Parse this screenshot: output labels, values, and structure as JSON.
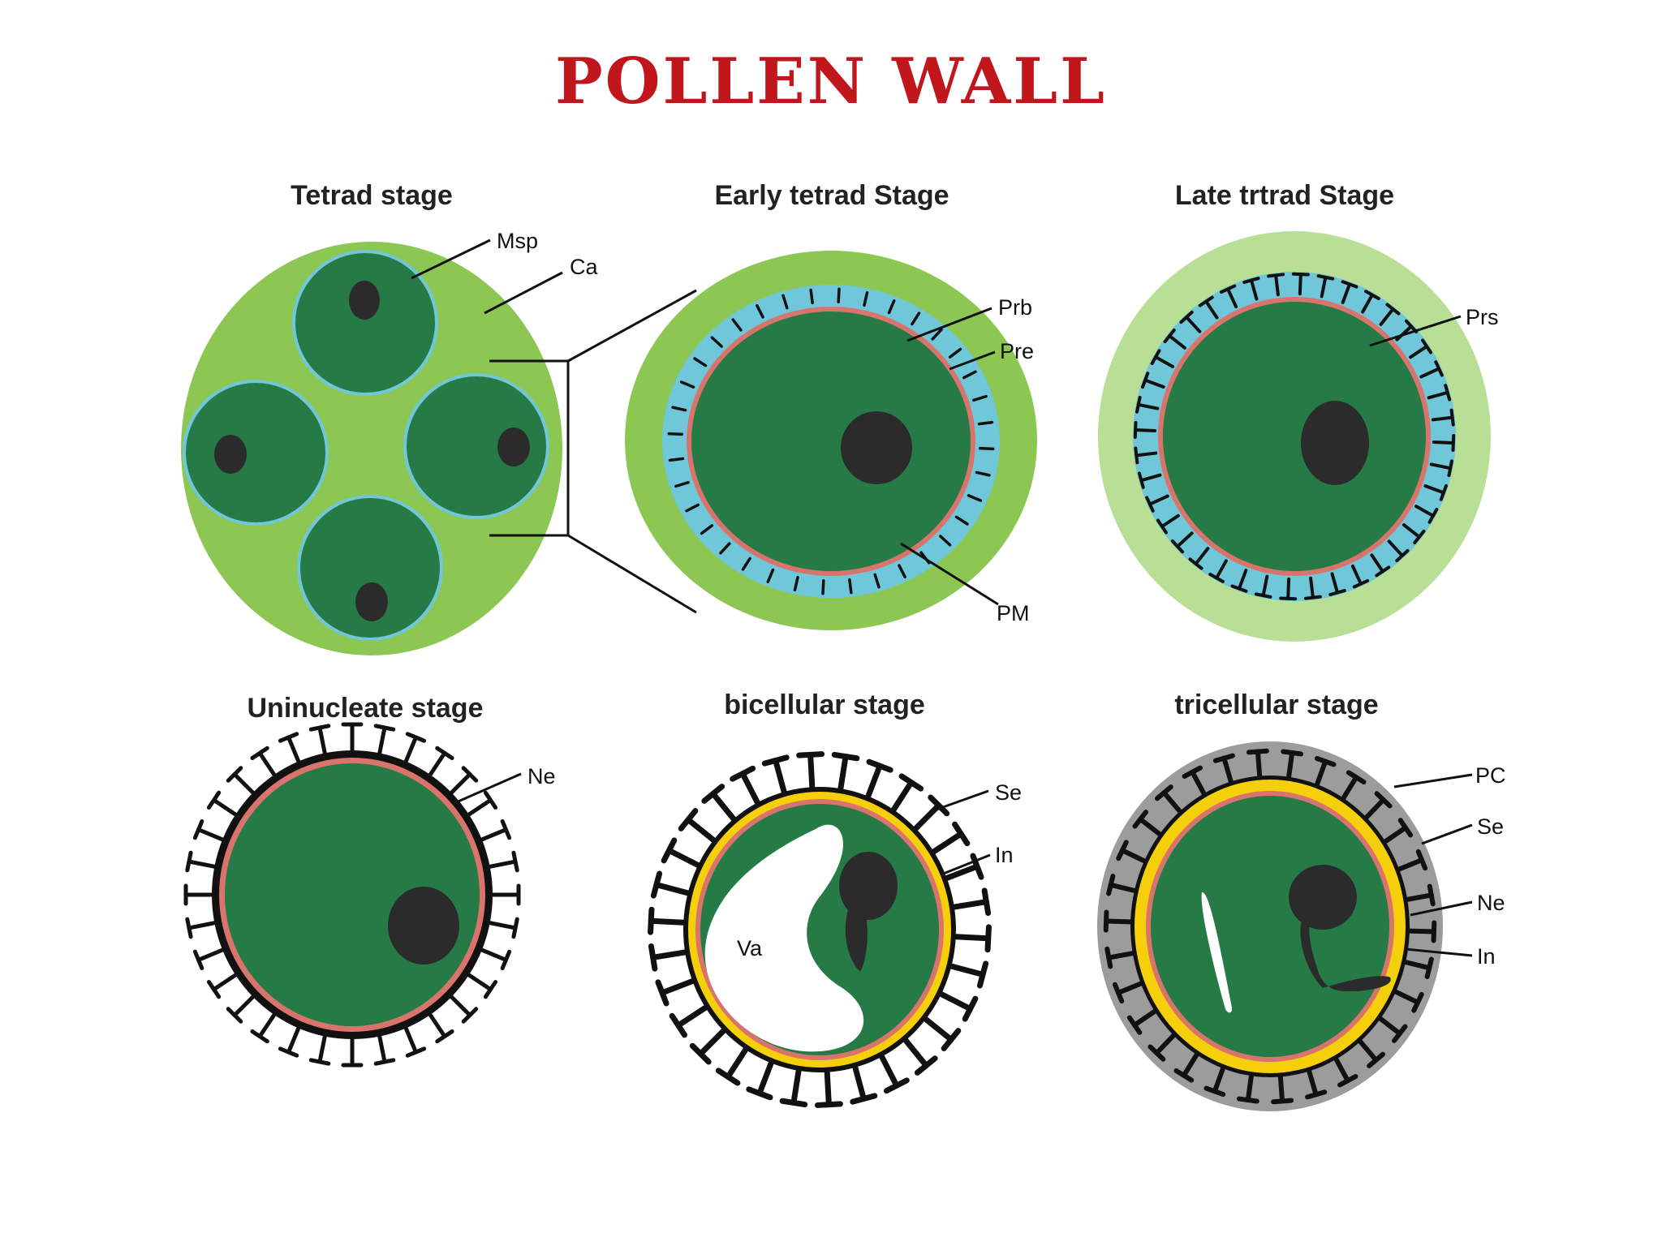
{
  "title": "POLLEN WALL",
  "stages": [
    {
      "name": "Tetrad stage",
      "labels": [
        "Msp",
        "Ca"
      ]
    },
    {
      "name": "Early tetrad Stage",
      "labels": [
        "Prb",
        "Pre",
        "PM"
      ]
    },
    {
      "name": "Late trtrad Stage",
      "labels": [
        "Prs"
      ]
    },
    {
      "name": "Uninucleate stage",
      "labels": [
        "Ne"
      ]
    },
    {
      "name": "bicellular stage",
      "labels": [
        "Se",
        "In",
        "Va"
      ]
    },
    {
      "name": "tricellular stage",
      "labels": [
        "PC",
        "Se",
        "Ne",
        "In"
      ]
    }
  ],
  "colors": {
    "title": "#c0161c",
    "cytoplasm": "#257a45",
    "nucleus": "#2b2b2b",
    "callose": "#8cc653",
    "callose_light": "#b9df96",
    "primexine": "#6fc7d9",
    "plasma_membrane": "#d9746d",
    "intine": "#f5cf0a",
    "pollen_coat": "#9c9c9c",
    "exine": "#111111"
  }
}
